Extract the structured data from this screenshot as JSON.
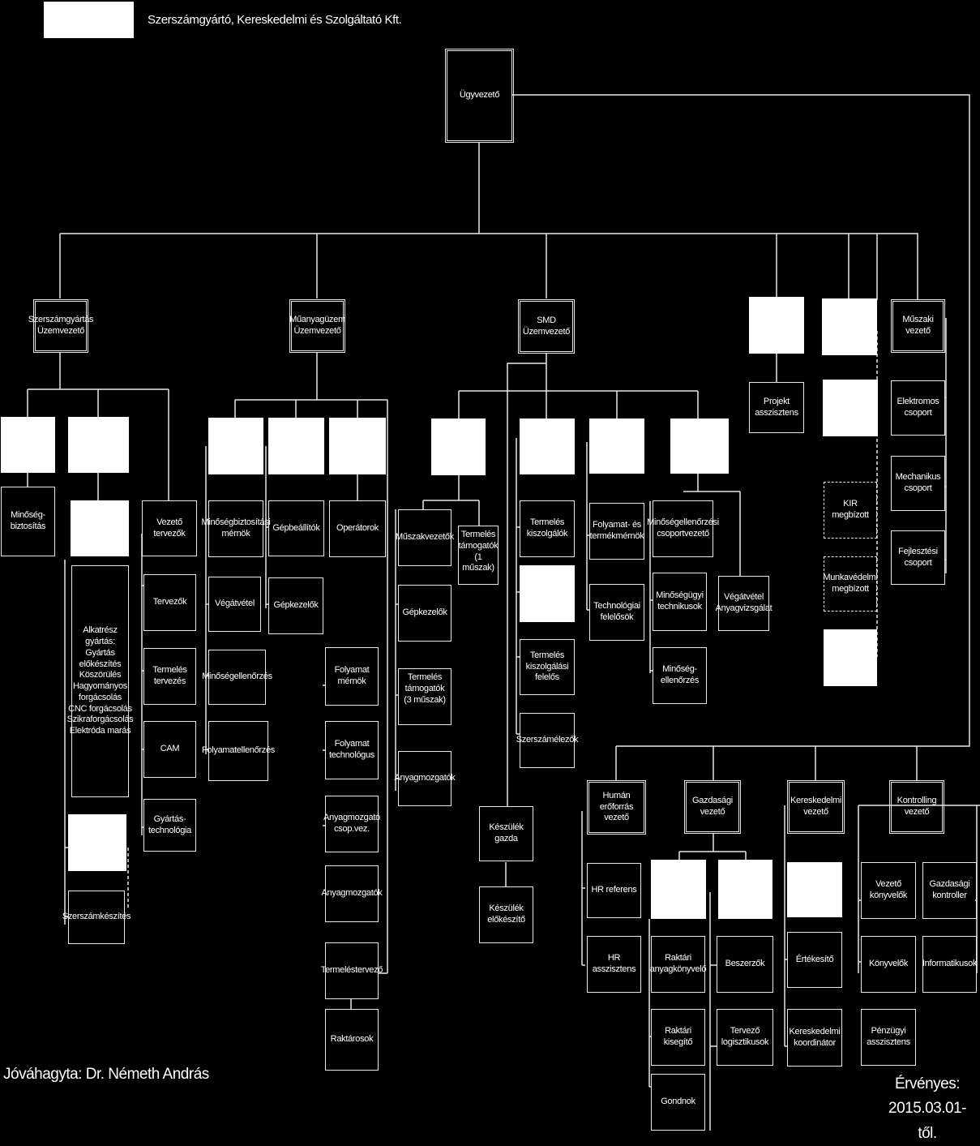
{
  "company_name": "Szerszámgyártó, Kereskedelmi és Szolgáltató Kft.",
  "approved_by": "Jóváhagyta: Dr. Németh András",
  "valid_from": "Érvényes:\n2015.03.01-től.",
  "nodes": {
    "ugyvezeto": "Ügyvezető",
    "szerszamgyartas": "Szerszámgyártás\nÜzemvezető",
    "muanyaguzem": "Műanyagüzem\nÜzemvezető",
    "smd": "SMD\nÜzemvezető",
    "muszaki_vezeto": "Műszaki\nvezető",
    "projekt_asszisztens": "Projekt\nasszisztens",
    "elektromos_csoport": "Elektromos\ncsoport",
    "mechanikus_csoport": "Mechanikus\ncsoport",
    "fejlesztesi_csoport": "Fejlesztési\ncsoport",
    "kir_megbizott": "KIR megbízott",
    "munkavedelmi_megbizott": "Munkavédelmi\nmegbízott",
    "minosegbiztositas": "Minőség-\nbiztosítás",
    "alkatresz_gyartas": "Alkatrész gyártás:\nGyártás\nelőkészítés\nKöszörülés\nHagyományos\nforgácsolás\nCNC forgácsolás\nSzikraforgácsolás\nElektróda marás",
    "szerszamkeszites": "Szerszámkészítés",
    "vezeto_tervezok": "Vezető tervezők",
    "tervezok": "Tervezők",
    "termeles_tervezes": "Termelés\ntervezés",
    "cam": "CAM",
    "gyartastechnologia": "Gyártás-\ntechnológia",
    "minosegbiztositasi_mernok": "Minőségbiztosítási\nmérnök",
    "vegatvetel_mu": "Végátvétel",
    "minosegellenorzes_mu": "Minőségellenőrzés",
    "folyamatellenorzes": "Folyamatellenőrzés",
    "gepbeallitok": "Gépbeállítók",
    "gepkezelok_mu": "Gépkezelők",
    "operatorok": "Operátorok",
    "folyamat_mernok": "Folyamat\nmérnök",
    "folyamat_technologus": "Folyamat\ntechnológus",
    "anyagmozgato_csopvez": "Anyagmozgató\ncsop.vez.",
    "anyagmozgatok_mu": "Anyagmozgatók",
    "termelestervezo": "Termeléstervező",
    "raktarosok": "Raktárosok",
    "muszakvezetok": "Műszakvezetők",
    "termeles_tamogatok_1": "Termelés\ntámogatók\n(1 műszak)",
    "gepkezelok_smd": "Gépkezelők",
    "termeles_tamogatok_3": "Termelés\ntámogatók\n(3 műszak)",
    "anyagmozgatok_smd": "Anyagmozgatók",
    "keszulek_gazda": "Készülék gazda",
    "keszulek_elokeszito": "Készülék\nelőkészítő",
    "termeles_kiszolgalok": "Termelés\nkiszolgálók",
    "termeles_kiszolgalasi_felelos": "Termelés\nkiszolgálási felelős",
    "szerszamelezok": "Szerszámélezők",
    "folyamat_es_termekmernok": "Folyamat- és\ntermékmérnök",
    "technologiai_felelosok": "Technológiai\nfelelősök",
    "minosegellenorzesi_csoportvezeto": "Minőségellenőrzési\ncsoportvezető",
    "minosegugyi_technikusok": "Minőségügyi\ntechnikusok",
    "minosegellenorzes_smd": "Minőség-\nellenőrzés",
    "vegatvetel_anyagvizsgalat": "Végátvétel\nAnyagvizsgálat",
    "human_eroforras_vezeto": "Humán erőforrás\nvezető",
    "hr_referens": "HR referens",
    "hr_asszisztens": "HR\nasszisztens",
    "gazdasagi_vezeto": "Gazdasági\nvezető",
    "raktari_anyagkonyvelo": "Raktári\nanyagkönyvelő",
    "raktari_kisegito": "Raktári kisegítő",
    "gondnok": "Gondnok",
    "beszerzok": "Beszerzők",
    "tervezo_logisztikusok": "Tervező\nlogisztikusok",
    "kereskedelmi_vezeto": "Kereskedelmi\nvezető",
    "ertekesito": "Értékesítő",
    "kereskedelmi_koordinator": "Kereskedelmi\nkoordinátor",
    "kontrolling_vezeto": "Kontrolling\nvezető",
    "vezeto_konyvelok": "Vezető\nkönyvelők",
    "konyvelok": "Könyvelők",
    "penzugyi_asszisztens": "Pénzügyi\nasszisztens",
    "gazdasagi_kontroller": "Gazdasági\nkontroller",
    "informatikusok": "Informatikusok"
  }
}
